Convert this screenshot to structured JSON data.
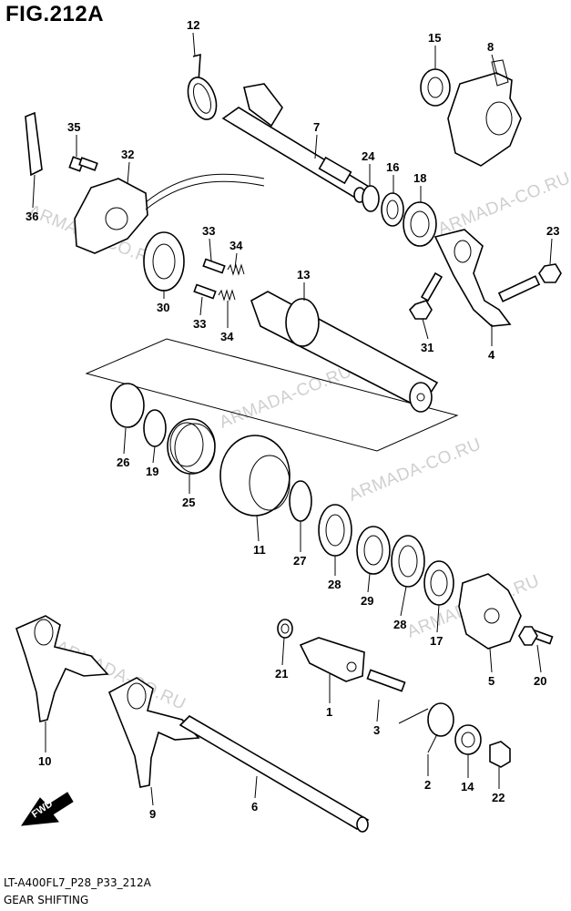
{
  "figure_title": "FIG.212A",
  "footer": {
    "code": "LT-A400FL7_P28_P33_212A",
    "name": "GEAR SHIFTING"
  },
  "watermark": "ARMADA-CO.RU",
  "fwd_label": "FWD",
  "callouts": [
    {
      "id": "p12",
      "label": "12"
    },
    {
      "id": "p15",
      "label": "15"
    },
    {
      "id": "p8",
      "label": "8"
    },
    {
      "id": "p35",
      "label": "35"
    },
    {
      "id": "p32",
      "label": "32"
    },
    {
      "id": "p7",
      "label": "7"
    },
    {
      "id": "p24",
      "label": "24"
    },
    {
      "id": "p16",
      "label": "16"
    },
    {
      "id": "p18",
      "label": "18"
    },
    {
      "id": "p36",
      "label": "36"
    },
    {
      "id": "p33a",
      "label": "33"
    },
    {
      "id": "p34a",
      "label": "34"
    },
    {
      "id": "p23",
      "label": "23"
    },
    {
      "id": "p13",
      "label": "13"
    },
    {
      "id": "p30",
      "label": "30"
    },
    {
      "id": "p33b",
      "label": "33"
    },
    {
      "id": "p34b",
      "label": "34"
    },
    {
      "id": "p31",
      "label": "31"
    },
    {
      "id": "p4",
      "label": "4"
    },
    {
      "id": "p26",
      "label": "26"
    },
    {
      "id": "p19",
      "label": "19"
    },
    {
      "id": "p25",
      "label": "25"
    },
    {
      "id": "p11",
      "label": "11"
    },
    {
      "id": "p27",
      "label": "27"
    },
    {
      "id": "p28a",
      "label": "28"
    },
    {
      "id": "p29",
      "label": "29"
    },
    {
      "id": "p28b",
      "label": "28"
    },
    {
      "id": "p17",
      "label": "17"
    },
    {
      "id": "p5",
      "label": "5"
    },
    {
      "id": "p20",
      "label": "20"
    },
    {
      "id": "p21",
      "label": "21"
    },
    {
      "id": "p1",
      "label": "1"
    },
    {
      "id": "p3",
      "label": "3"
    },
    {
      "id": "p2",
      "label": "2"
    },
    {
      "id": "p14",
      "label": "14"
    },
    {
      "id": "p22",
      "label": "22"
    },
    {
      "id": "p10",
      "label": "10"
    },
    {
      "id": "p9",
      "label": "9"
    },
    {
      "id": "p6",
      "label": "6"
    }
  ]
}
